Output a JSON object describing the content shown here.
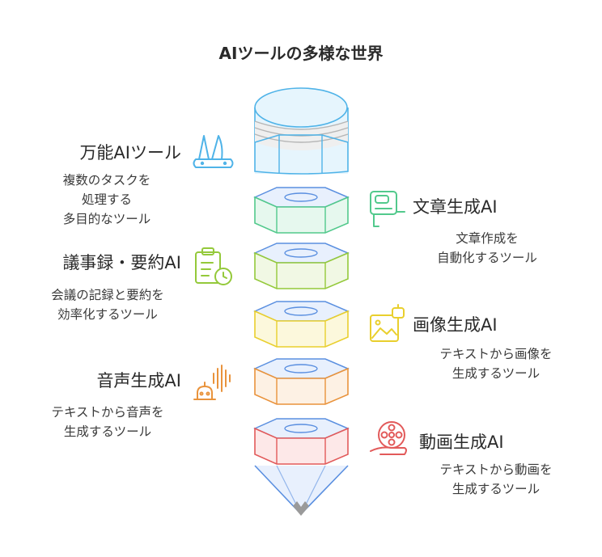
{
  "title": "AIツールの多様な世界",
  "colors": {
    "top": "#4fb3e8",
    "text": "#52c98c",
    "summary": "#94c93a",
    "image": "#e9cf2d",
    "voice": "#e9933c",
    "video": "#e25a5a",
    "tip": "#5a8fe0"
  },
  "items": [
    {
      "key": "general",
      "heading": "万能AIツール",
      "desc": [
        "複数のタスクを",
        "処理する",
        "多目的なツール"
      ],
      "icon": "swiss-knife-icon"
    },
    {
      "key": "text",
      "heading": "文章生成AI",
      "desc": [
        "文章作成を",
        "自動化するツール"
      ],
      "icon": "typewriter-icon"
    },
    {
      "key": "summary",
      "heading": "議事録・要約AI",
      "desc": [
        "会議の記録と要約を",
        "効率化するツール"
      ],
      "icon": "clipboard-clock-icon"
    },
    {
      "key": "image",
      "heading": "画像生成AI",
      "desc": [
        "テキストから画像を",
        "生成するツール"
      ],
      "icon": "image-robot-icon"
    },
    {
      "key": "voice",
      "heading": "音声生成AI",
      "desc": [
        "テキストから音声を",
        "生成するツール"
      ],
      "icon": "voice-robot-icon"
    },
    {
      "key": "video",
      "heading": "動画生成AI",
      "desc": [
        "テキストから動画を",
        "生成するツール"
      ],
      "icon": "film-reel-icon"
    }
  ]
}
